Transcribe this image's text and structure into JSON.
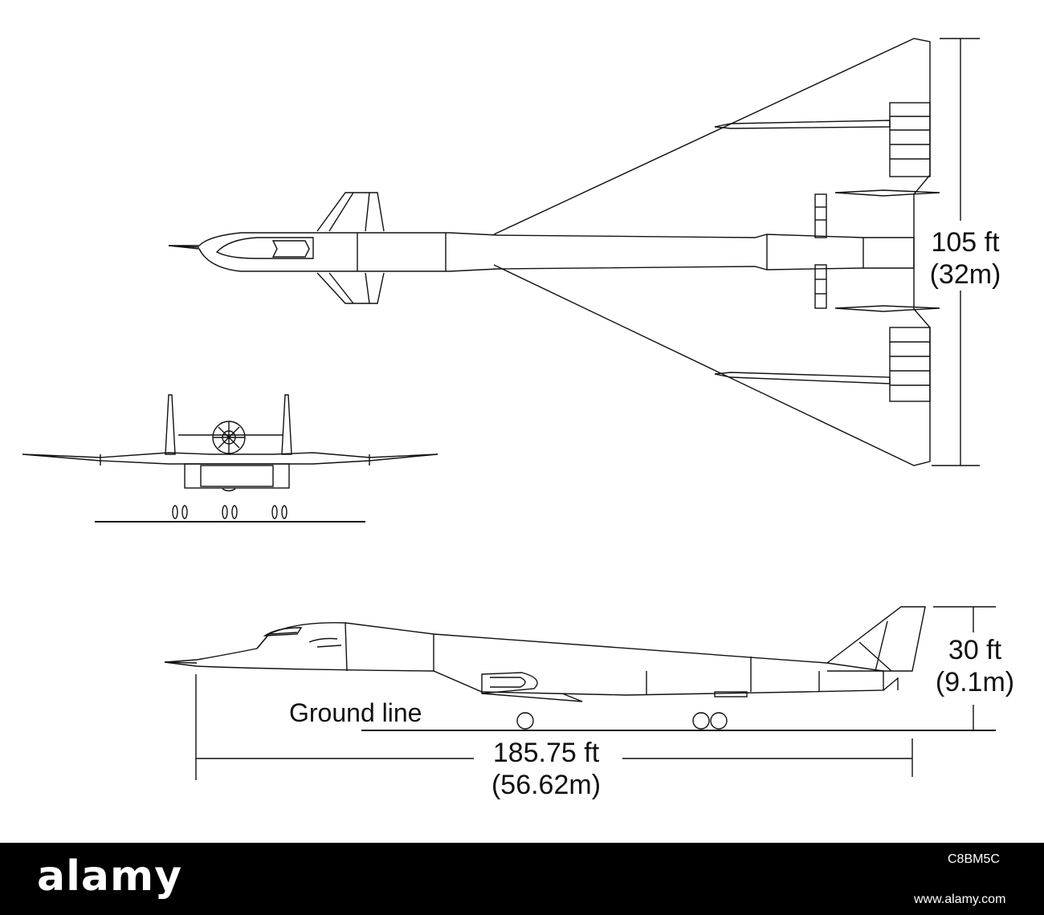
{
  "labels": {
    "span": {
      "line1": "105 ft",
      "line2": "(32m)"
    },
    "height": {
      "line1": "30 ft",
      "line2": "(9.1m)"
    },
    "length": {
      "line1": "185.75 ft",
      "line2": "(56.62m)"
    },
    "ground": "Ground line"
  },
  "watermark": {
    "brand": "alamy",
    "stock_id": "C8BM5C",
    "url": "www.alamy.com"
  }
}
